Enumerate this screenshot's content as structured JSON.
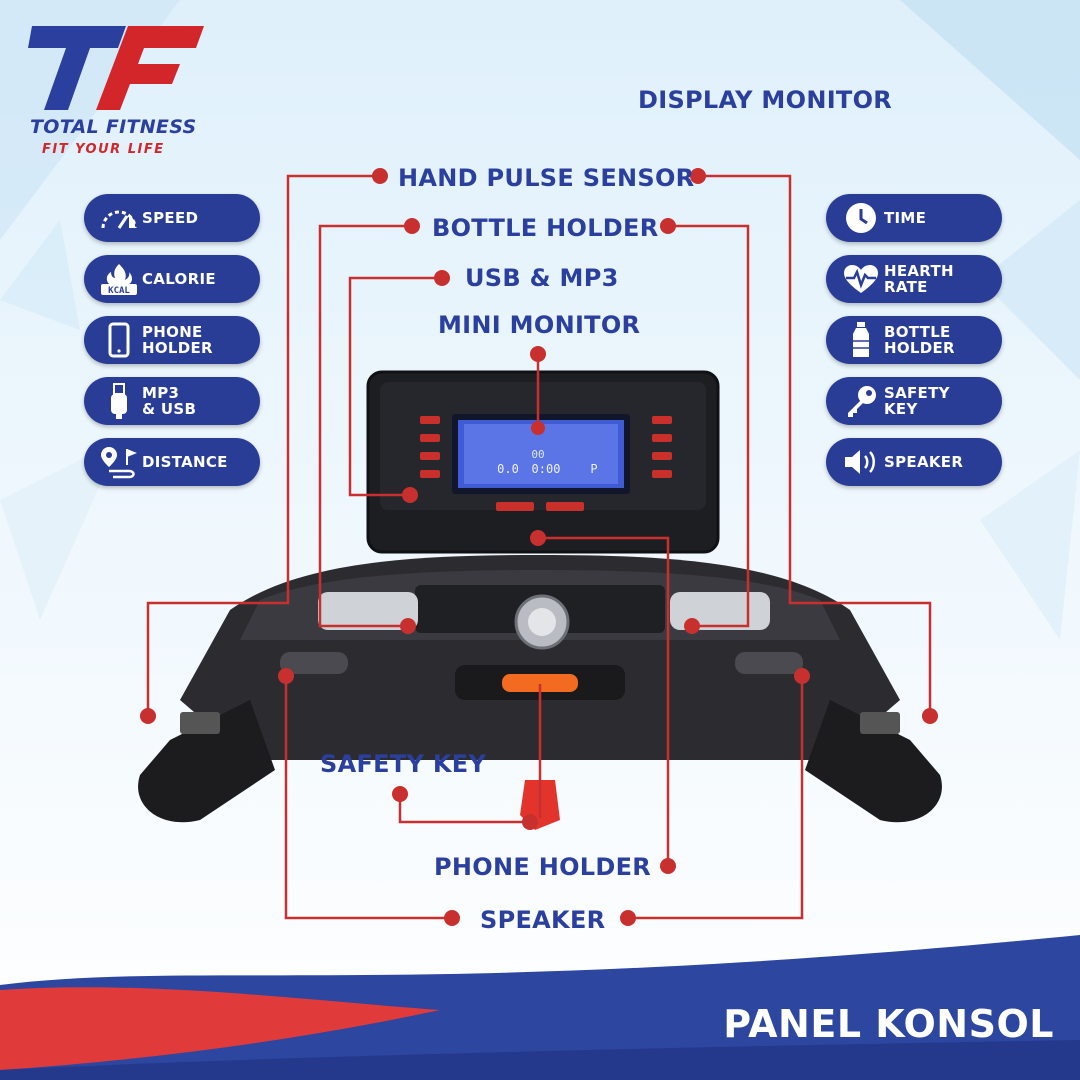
{
  "brand": {
    "name": "TOTAL FITNESS",
    "tagline": "FIT YOUR LIFE"
  },
  "headings": {
    "display_monitor": "DISPLAY MONITOR",
    "hand_pulse_sensor": "HAND PULSE SENSOR",
    "bottle_holder": "BOTTLE HOLDER",
    "usb_mp3": "USB & MP3",
    "mini_monitor": "MINI MONITOR",
    "safety_key": "SAFETY KEY",
    "phone_holder": "PHONE HOLDER",
    "speaker": "SPEAKER"
  },
  "left_pills": [
    {
      "label": "SPEED",
      "icon": "speedometer-icon"
    },
    {
      "label": "CALORIE",
      "icon": "kcal-flame-icon"
    },
    {
      "label": "PHONE\nHOLDER",
      "icon": "phone-icon"
    },
    {
      "label": "MP3\n& USB",
      "icon": "usb-icon"
    },
    {
      "label": "DISTANCE",
      "icon": "route-pin-icon"
    }
  ],
  "right_pills": [
    {
      "label": "TIME",
      "icon": "clock-icon"
    },
    {
      "label": "HEARTH\nRATE",
      "icon": "heart-rate-icon"
    },
    {
      "label": "BOTTLE\nHOLDER",
      "icon": "bottle-icon"
    },
    {
      "label": "SAFETY\nKEY",
      "icon": "key-icon"
    },
    {
      "label": "SPEAKER",
      "icon": "speaker-icon"
    }
  ],
  "lcd": {
    "top": "00",
    "left": "0.0",
    "center": "0:00",
    "right": "P"
  },
  "kcal_badge": "KCAL",
  "footer": {
    "title": "PANEL KONSOL"
  },
  "colors": {
    "navy": "#2a3d96",
    "red": "#d2262b",
    "line": "#c8302f"
  }
}
